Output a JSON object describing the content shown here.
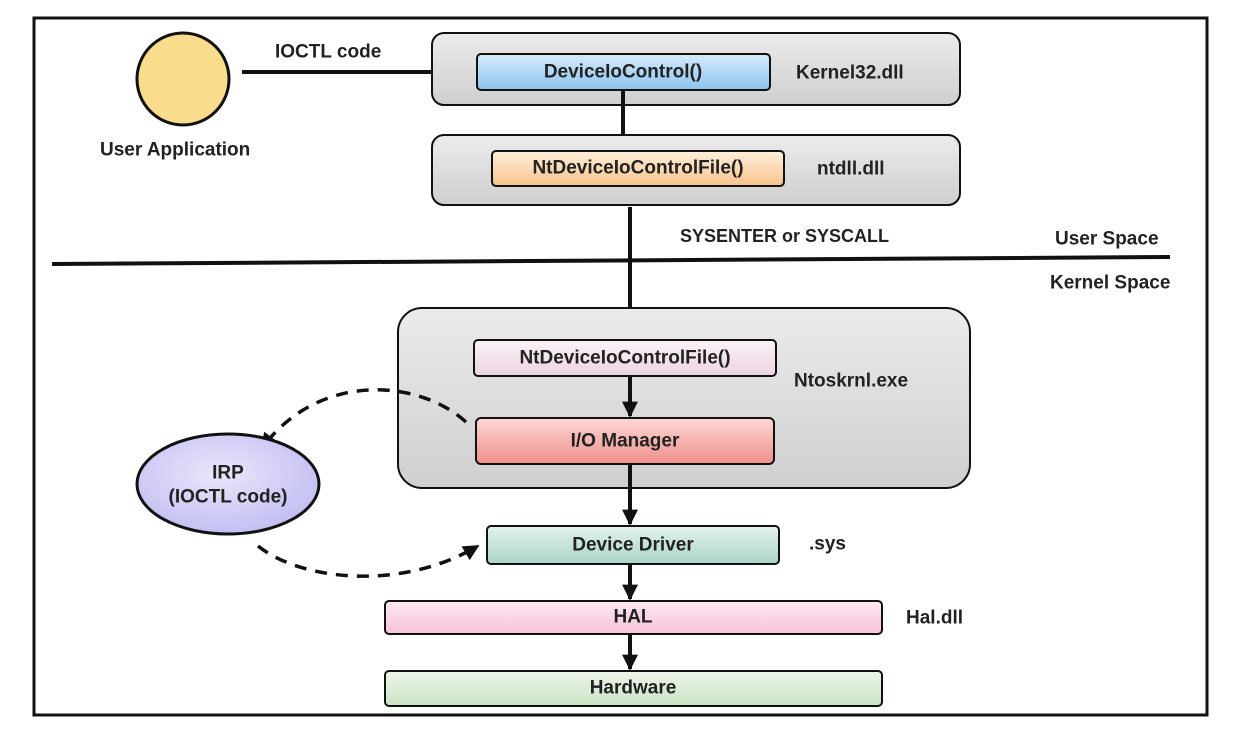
{
  "user_application": {
    "label": "User Application"
  },
  "ioctl_arrow": {
    "label": "IOCTL code"
  },
  "kernel32": {
    "function": "DeviceIoControl()",
    "dll": "Kernel32.dll"
  },
  "ntdll": {
    "function": "NtDeviceIoControlFile()",
    "dll": "ntdll.dll"
  },
  "transition": {
    "label": "SYSENTER or SYSCALL"
  },
  "space_divider": {
    "user_space": "User Space",
    "kernel_space": "Kernel Space"
  },
  "ntoskrnl": {
    "function": "NtDeviceIoControlFile()",
    "manager": "I/O Manager",
    "module": "Ntoskrnl.exe"
  },
  "irp": {
    "line1": "IRP",
    "line2": "(IOCTL code)"
  },
  "device_driver": {
    "label": "Device Driver",
    "ext": ".sys"
  },
  "hal": {
    "label": "HAL",
    "dll": "Hal.dll"
  },
  "hardware": {
    "label": "Hardware"
  },
  "colors": {
    "user_app_circle": "#f9dc8c",
    "kernel32_func": "#a9d4f5",
    "ntdll_func": "#fbd3a3",
    "ntoskrnl_func": "#f3e0ec",
    "io_manager": "#f6a8a4",
    "irp_ellipse": "#cfcbf6",
    "device_driver": "#bfe0d8",
    "hal": "#fbd3e6",
    "hardware": "#dcecd8",
    "group_box": "#dcdcdc"
  }
}
